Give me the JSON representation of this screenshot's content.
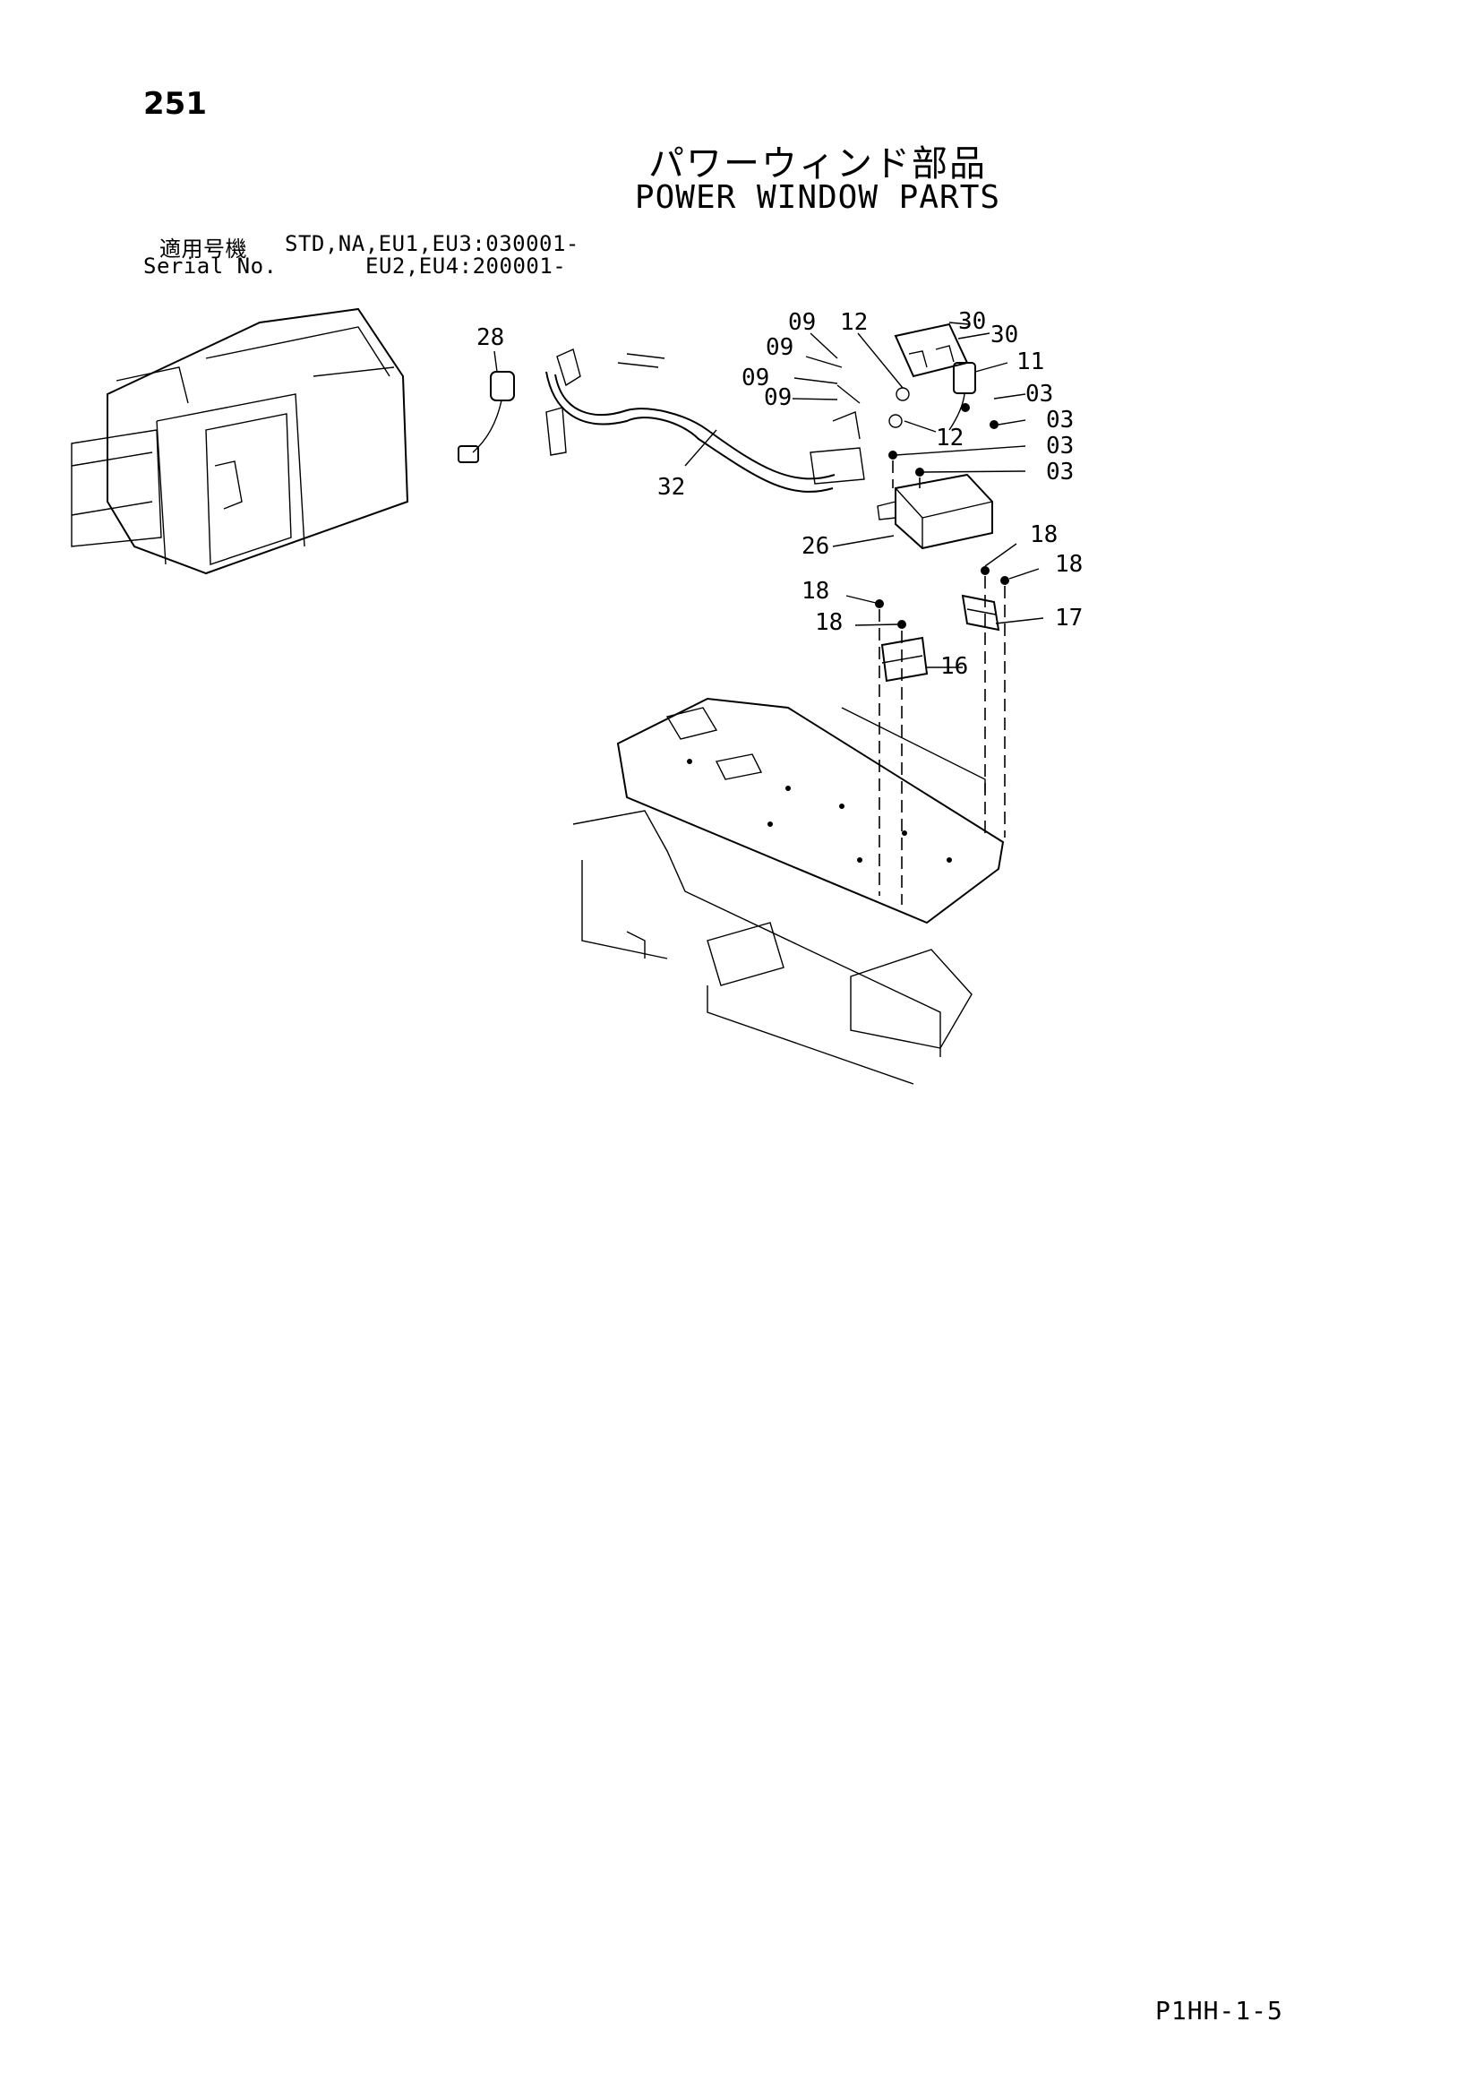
{
  "page": {
    "number": "251",
    "title_jp": "パワーウィンド部品",
    "title_en": "POWER WINDOW PARTS",
    "serial": {
      "label_jp": "適用号機",
      "label_en": "Serial No.",
      "line1": "STD,NA,EU1,EU3:030001-",
      "line2": "EU2,EU4:200001-"
    },
    "doc_code": "P1HH-1-5"
  },
  "callouts": [
    {
      "id": "28",
      "label": "28"
    },
    {
      "id": "32",
      "label": "32"
    },
    {
      "id": "09a",
      "label": "09"
    },
    {
      "id": "09b",
      "label": "09"
    },
    {
      "id": "09c",
      "label": "09"
    },
    {
      "id": "09d",
      "label": "09"
    },
    {
      "id": "12a",
      "label": "12"
    },
    {
      "id": "12b",
      "label": "12"
    },
    {
      "id": "30a",
      "label": "30"
    },
    {
      "id": "30b",
      "label": "30"
    },
    {
      "id": "11",
      "label": "11"
    },
    {
      "id": "03a",
      "label": "03"
    },
    {
      "id": "03b",
      "label": "03"
    },
    {
      "id": "03c",
      "label": "03"
    },
    {
      "id": "03d",
      "label": "03"
    },
    {
      "id": "26",
      "label": "26"
    },
    {
      "id": "18a",
      "label": "18"
    },
    {
      "id": "18b",
      "label": "18"
    },
    {
      "id": "18c",
      "label": "18"
    },
    {
      "id": "18d",
      "label": "18"
    },
    {
      "id": "17",
      "label": "17"
    },
    {
      "id": "16",
      "label": "16"
    }
  ]
}
